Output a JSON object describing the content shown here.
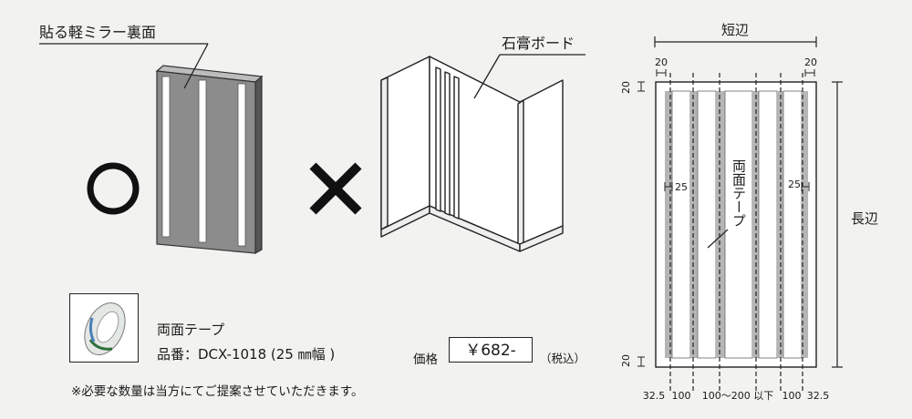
{
  "left_panel": {
    "mirror_label": "貼る軽ミラー裏面",
    "board_label": "石膏ボード",
    "ok_mark": "○",
    "ng_mark": "✕"
  },
  "tape": {
    "name": "両面テープ",
    "code": "品番：DCX-1018 (25 ㎜幅 )",
    "price_label": "価格",
    "price": "￥682-",
    "tax": "（税込）"
  },
  "note": "※必要な数量は当方にてご提案させていただきます。",
  "dimension_diagram": {
    "short_side": "短辺",
    "long_side": "長辺",
    "top_left_margin": "20",
    "top_right_margin": "20",
    "left_top_margin": "20",
    "left_bottom_margin": "20",
    "tape_width_left": "25",
    "tape_width_right": "25",
    "tape_label": "両面テープ",
    "bottom_dims": [
      "32.5",
      "100",
      "100～200 以下",
      "100",
      "32.5"
    ]
  },
  "colors": {
    "mirror_back": "#8c8c8c",
    "tape_gray": "#b5b5b5",
    "background": "#f2f2f0"
  }
}
